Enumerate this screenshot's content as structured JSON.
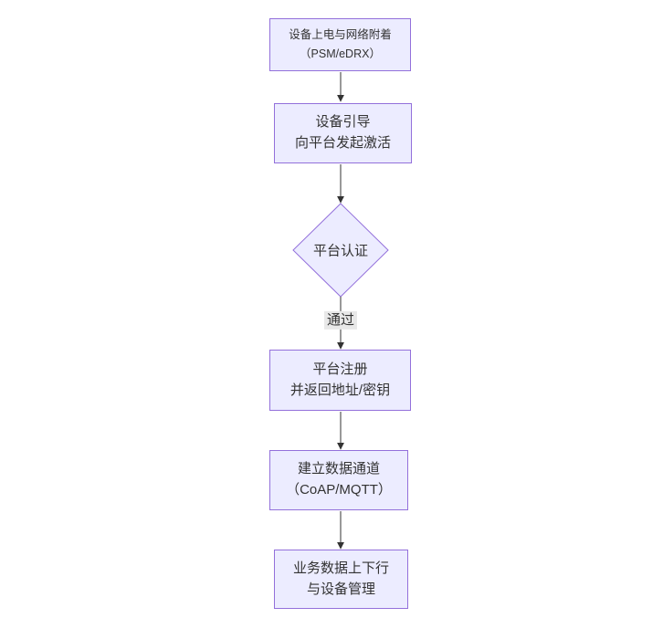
{
  "diagram": {
    "type": "flowchart-vertical",
    "nodes": [
      {
        "id": "power-attach",
        "shape": "rect",
        "line1": "设备上电与网络附着",
        "line2": "（PSM/eDRX）"
      },
      {
        "id": "bootstrap",
        "shape": "rect",
        "line1": "设备引导",
        "line2": "向平台发起激活"
      },
      {
        "id": "platform-auth",
        "shape": "diamond",
        "label": "平台认证"
      },
      {
        "id": "register",
        "shape": "rect",
        "line1": "平台注册",
        "line2": "并返回地址/密钥"
      },
      {
        "id": "data-channel",
        "shape": "rect",
        "line1": "建立数据通道",
        "line2": "（CoAP/MQTT）"
      },
      {
        "id": "business-data",
        "shape": "rect",
        "line1": "业务数据上下行",
        "line2": "与设备管理"
      }
    ],
    "edges": [
      {
        "from": "power-attach",
        "to": "bootstrap",
        "label": ""
      },
      {
        "from": "bootstrap",
        "to": "platform-auth",
        "label": ""
      },
      {
        "from": "platform-auth",
        "to": "register",
        "label": "通过"
      },
      {
        "from": "register",
        "to": "data-channel",
        "label": ""
      },
      {
        "from": "data-channel",
        "to": "business-data",
        "label": ""
      }
    ],
    "colors": {
      "node_fill": "#ECECFF",
      "node_border": "#9370DB",
      "text": "#333333",
      "arrow": "#333333",
      "edge_label_bg": "#e8e8e8",
      "background": "#ffffff"
    }
  }
}
